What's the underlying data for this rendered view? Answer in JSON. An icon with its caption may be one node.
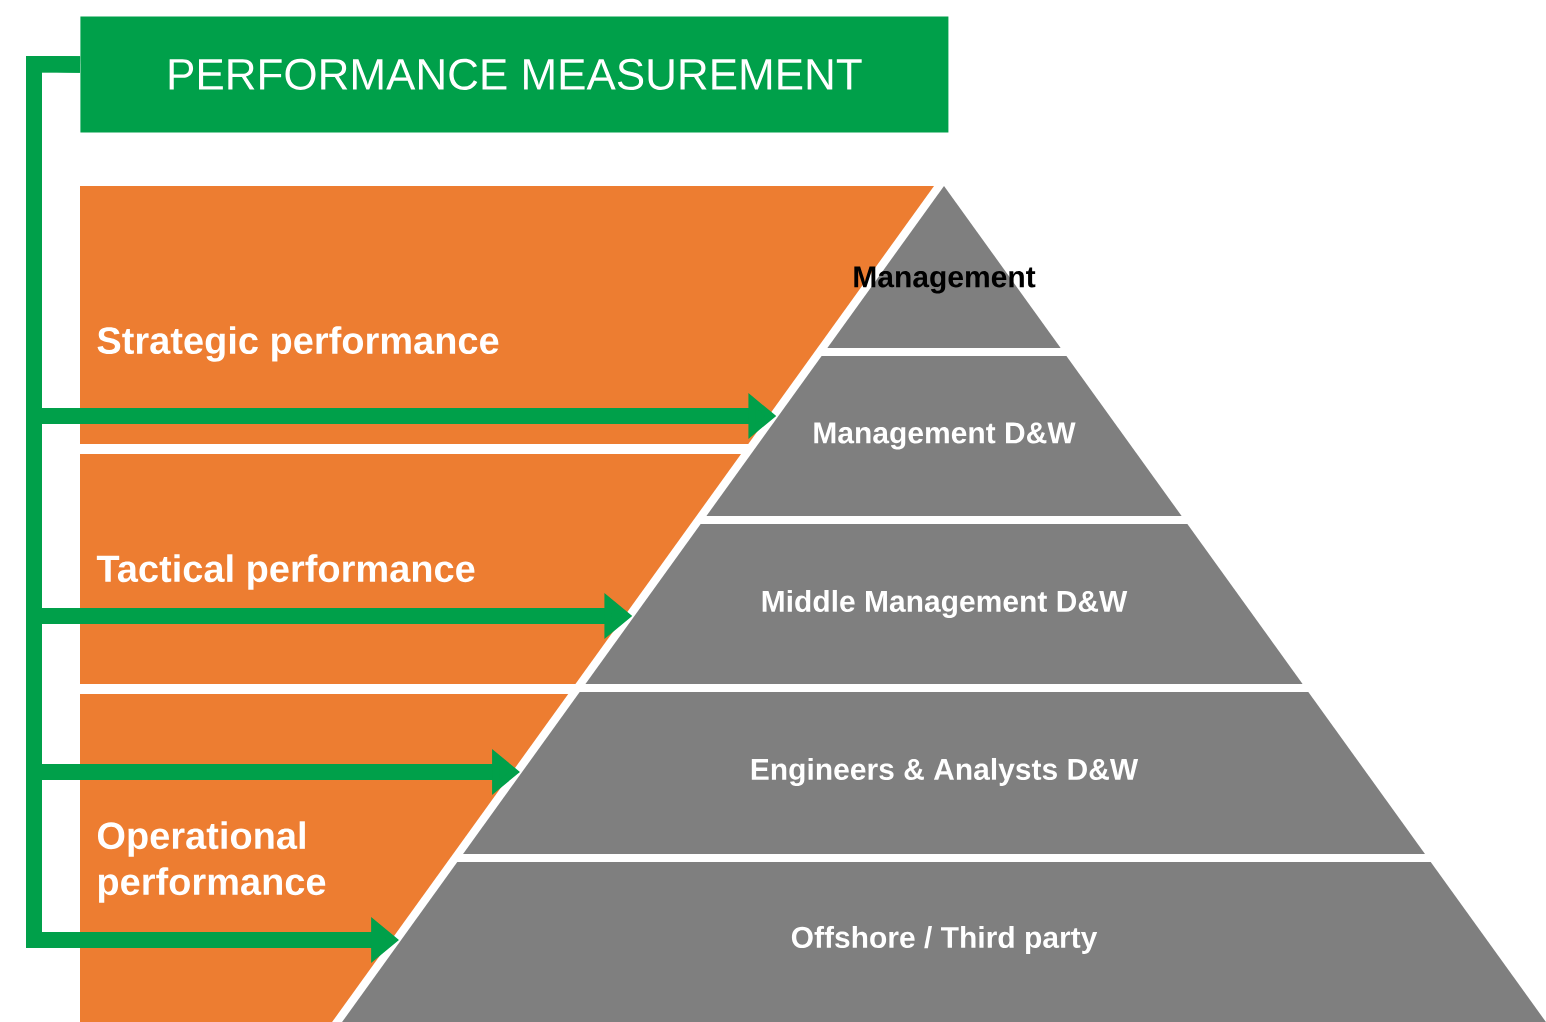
{
  "diagram": {
    "nodes": [
      {
        "text": [
          "PERFORMANCE MEASUREMENT"
        ]
      },
      {
        "text": [
          "Strategic performance"
        ]
      },
      {
        "text": [
          "Tactical performance"
        ]
      },
      {
        "text": [
          "Operational performance"
        ]
      },
      {
        "text": [
          "Management"
        ]
      },
      {
        "text": [
          "Management D&W"
        ]
      },
      {
        "text": [
          "Middle Management D&W"
        ]
      },
      {
        "text": [
          "Engineers & Analysts D&W"
        ]
      },
      {
        "text": [
          "Offshore / Third party"
        ]
      }
    ],
    "edges": [
      {
        "from": 0,
        "to": 5,
        "arrow": "to"
      },
      {
        "from": 0,
        "to": 6,
        "arrow": "to"
      },
      {
        "from": 0,
        "to": 7,
        "arrow": "to"
      },
      {
        "from": 0,
        "to": 8,
        "arrow": "to"
      }
    ]
  }
}
